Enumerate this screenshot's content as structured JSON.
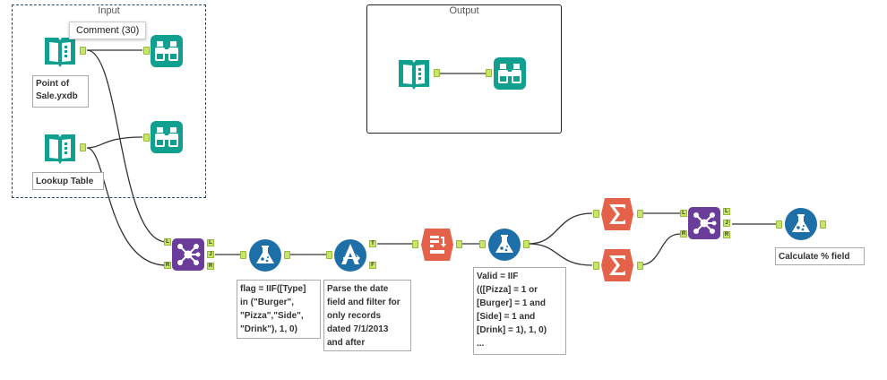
{
  "containers": {
    "input_title": "Input",
    "output_title": "Output"
  },
  "tooltip": "Comment (30)",
  "labels": {
    "point_of_sale": "Point of\nSale.yxdb",
    "lookup_table": "Lookup Table",
    "flag_formula": "flag = IIF([Type]\nin (\"Burger\",\n\"Pizza\",\"Side\",\n\"Drink\"), 1, 0)",
    "filter_note": "Parse the date\nfield and filter for\nonly records\ndated 7/1/2013\nand after",
    "valid_formula": "Valid = IIF\n(([Pizza] = 1 or\n[Burger] = 1 and\n[Side] = 1 and\n[Drink] = 1), 1, 0)\n...",
    "calc_pct": "Calculate % field"
  },
  "anchors": {
    "left": "L",
    "join": "J",
    "right": "R",
    "true": "T",
    "false": "F"
  },
  "colors": {
    "input_teal": "#119f8f",
    "join_purple": "#6a3d9a",
    "formula_blue": "#1e6fa8",
    "summarize_red": "#e4614a",
    "anchor_green": "#c6e56a",
    "container_border": "#1f4e79"
  },
  "icons": [
    "book-input-icon",
    "binoculars-browse-icon",
    "join-icon",
    "formula-flask-icon",
    "filter-icon",
    "crosstab-icon",
    "summarize-sigma-icon"
  ]
}
